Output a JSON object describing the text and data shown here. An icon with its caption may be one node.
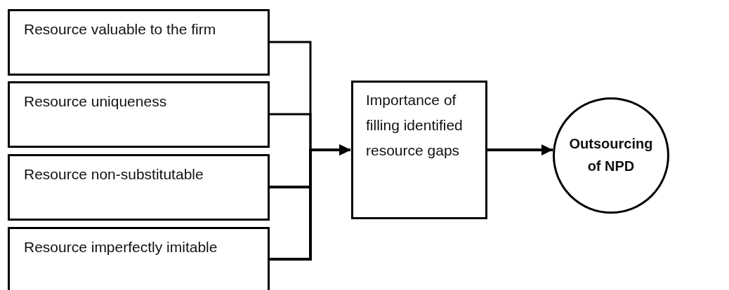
{
  "diagram": {
    "nodes": [
      {
        "text": [
          "Resource valuable to the firm"
        ]
      },
      {
        "text": [
          "Resource uniqueness"
        ]
      },
      {
        "text": [
          "Resource non-substitutable"
        ]
      },
      {
        "text": [
          "Resource imperfectly imitable"
        ]
      },
      {
        "text": [
          "Importance of filling identified resource gaps"
        ]
      },
      {
        "text": [
          "Outsourcing of NPD"
        ]
      }
    ],
    "edges": [
      {
        "from": 0,
        "to": 4,
        "arrow": "to"
      },
      {
        "from": 1,
        "to": 4,
        "arrow": "to"
      },
      {
        "from": 2,
        "to": 4,
        "arrow": "to"
      },
      {
        "from": 3,
        "to": 4,
        "arrow": "to"
      },
      {
        "from": 4,
        "to": 5,
        "arrow": "to"
      }
    ]
  }
}
